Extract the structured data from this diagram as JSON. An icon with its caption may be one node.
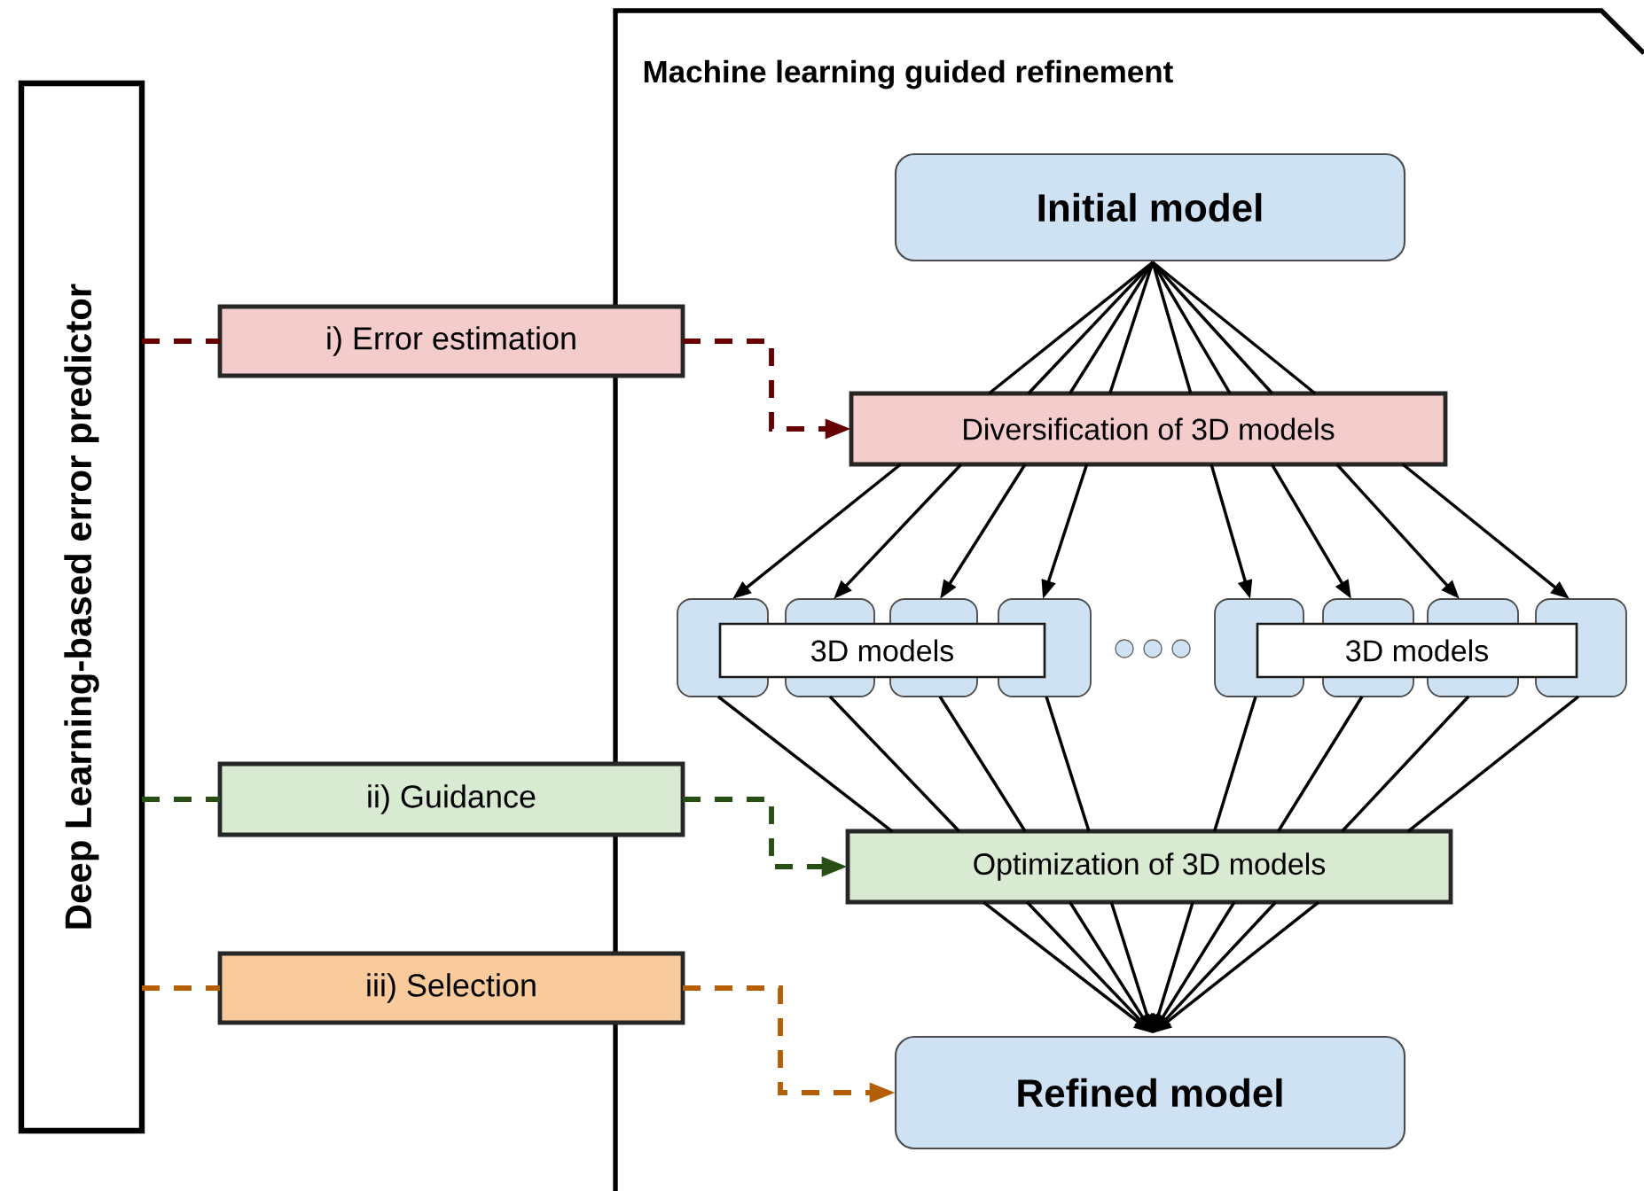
{
  "diagram": {
    "nodes": [
      {
        "text": [
          "Deep Learning-based error predictor"
        ]
      },
      {
        "text": [
          "Machine learning guided refinement"
        ]
      },
      {
        "text": [
          "Initial model"
        ],
        "in": 1
      },
      {
        "text": [
          "Diversification of 3D models"
        ],
        "in": 1
      },
      {
        "text": [],
        "shape": "box",
        "in": 1
      },
      {
        "text": [],
        "shape": "box",
        "in": 1
      },
      {
        "text": [],
        "shape": "box",
        "in": 1
      },
      {
        "text": [],
        "shape": "box",
        "in": 1
      },
      {
        "text": [],
        "shape": "box",
        "in": 1
      },
      {
        "text": [],
        "shape": "box",
        "in": 1
      },
      {
        "text": [],
        "shape": "box",
        "in": 1
      },
      {
        "text": [],
        "shape": "box",
        "in": 1
      },
      {
        "text": [
          "3D models"
        ],
        "in": 1
      },
      {
        "text": [
          "3D models"
        ],
        "in": 1
      },
      {
        "text": [
          "Optimization of 3D models"
        ],
        "in": 1
      },
      {
        "text": [
          "Refined model"
        ],
        "in": 1
      },
      {
        "text": [
          "i) Error estimation"
        ]
      },
      {
        "text": [
          "ii) Guidance"
        ]
      },
      {
        "text": [
          "iii) Selection"
        ]
      }
    ],
    "edges": [
      {
        "from": 2,
        "to": 3,
        "arrow": "none"
      },
      {
        "from": 2,
        "to": 3,
        "arrow": "none"
      },
      {
        "from": 2,
        "to": 3,
        "arrow": "none"
      },
      {
        "from": 2,
        "to": 3,
        "arrow": "none"
      },
      {
        "from": 2,
        "to": 3,
        "arrow": "none"
      },
      {
        "from": 2,
        "to": 3,
        "arrow": "none"
      },
      {
        "from": 2,
        "to": 3,
        "arrow": "none"
      },
      {
        "from": 2,
        "to": 3,
        "arrow": "none"
      },
      {
        "from": 3,
        "to": 4,
        "arrow": "to"
      },
      {
        "from": 3,
        "to": 5,
        "arrow": "to"
      },
      {
        "from": 3,
        "to": 6,
        "arrow": "to"
      },
      {
        "from": 3,
        "to": 7,
        "arrow": "to"
      },
      {
        "from": 3,
        "to": 8,
        "arrow": "to"
      },
      {
        "from": 3,
        "to": 9,
        "arrow": "to"
      },
      {
        "from": 3,
        "to": 10,
        "arrow": "to"
      },
      {
        "from": 3,
        "to": 11,
        "arrow": "to"
      },
      {
        "from": 4,
        "to": 14,
        "arrow": "none"
      },
      {
        "from": 5,
        "to": 14,
        "arrow": "none"
      },
      {
        "from": 6,
        "to": 14,
        "arrow": "none"
      },
      {
        "from": 7,
        "to": 14,
        "arrow": "none"
      },
      {
        "from": 8,
        "to": 14,
        "arrow": "none"
      },
      {
        "from": 9,
        "to": 14,
        "arrow": "none"
      },
      {
        "from": 10,
        "to": 14,
        "arrow": "none"
      },
      {
        "from": 11,
        "to": 14,
        "arrow": "none"
      },
      {
        "from": 14,
        "to": 15,
        "arrow": "to"
      },
      {
        "from": 14,
        "to": 15,
        "arrow": "to"
      },
      {
        "from": 14,
        "to": 15,
        "arrow": "to"
      },
      {
        "from": 14,
        "to": 15,
        "arrow": "to"
      },
      {
        "from": 14,
        "to": 15,
        "arrow": "to"
      },
      {
        "from": 14,
        "to": 15,
        "arrow": "to"
      },
      {
        "from": 14,
        "to": 15,
        "arrow": "to"
      },
      {
        "from": 14,
        "to": 15,
        "arrow": "to"
      },
      {
        "from": 0,
        "to": 16,
        "arrow": "none",
        "style": "dashed",
        "color": "#660000"
      },
      {
        "from": 16,
        "to": 3,
        "arrow": "to",
        "style": "dashed",
        "color": "#660000"
      },
      {
        "from": 0,
        "to": 17,
        "arrow": "none",
        "style": "dashed",
        "color": "#274e13"
      },
      {
        "from": 17,
        "to": 14,
        "arrow": "to",
        "style": "dashed",
        "color": "#274e13"
      },
      {
        "from": 0,
        "to": 18,
        "arrow": "none",
        "style": "dashed",
        "color": "#b45f06"
      },
      {
        "from": 18,
        "to": 15,
        "arrow": "to",
        "style": "dashed",
        "color": "#b45f06"
      }
    ]
  }
}
